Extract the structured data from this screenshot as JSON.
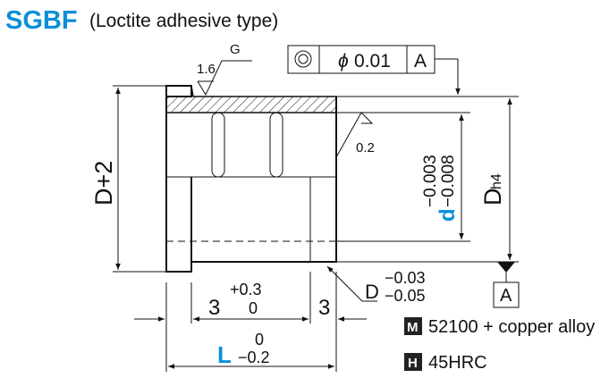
{
  "title": {
    "code": "SGBF",
    "subtitle": "(Loctite adhesive type)"
  },
  "tolerance_frame": {
    "symbol": "concentricity",
    "diameter_sign": "ϕ",
    "value": "0.01",
    "datum": "A"
  },
  "surface": {
    "top_value": "1.6",
    "top_grade": "G",
    "bore_value": "0.2"
  },
  "dimensions": {
    "outer": "D+2",
    "dh4": "D",
    "dh4_sub": "h4",
    "bore_label": "d",
    "bore_tol_upper": "−0.003",
    "bore_tol_lower": "−0.008",
    "flange_w": "3",
    "flange_tol_upper": "+0.3",
    "flange_tol_lower": "0",
    "end_w": "3",
    "length_label": "L",
    "length_tol_upper": "0",
    "length_tol_lower": "−0.2",
    "d_label": "D",
    "d_tol_upper": "−0.03",
    "d_tol_lower": "−0.05",
    "datum_label": "A"
  },
  "material": {
    "m_badge": "M",
    "m_text": "52100 + copper alloy",
    "h_badge": "H",
    "h_text": "45HRC"
  }
}
